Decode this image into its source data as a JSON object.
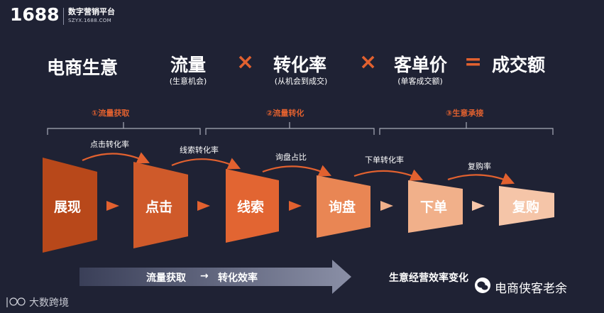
{
  "brand": {
    "logo_number": "1688",
    "name": "数字营销平台",
    "url": "SZYX.1688.COM"
  },
  "formula": {
    "term1": "电商生意",
    "term2": "流量",
    "term2_note": "(生意机会)",
    "op1": "×",
    "term3": "转化率",
    "term3_note": "(从机会到成交)",
    "op2": "×",
    "term4": "客单价",
    "term4_note": "(单客成交额)",
    "op3": "=",
    "term5": "成交额"
  },
  "stages": [
    {
      "label": "①流量获取"
    },
    {
      "label": "②流量转化"
    },
    {
      "label": "③生意承接"
    }
  ],
  "rates": [
    "点击转化率",
    "线索转化率",
    "询盘占比",
    "下单转化率",
    "复购率"
  ],
  "funnel": [
    {
      "label": "展现",
      "color": "#b8481a"
    },
    {
      "label": "点击",
      "color": "#cf5a2a"
    },
    {
      "label": "线索",
      "color": "#e26532"
    },
    {
      "label": "询盘",
      "color": "#e98654"
    },
    {
      "label": "下单",
      "color": "#f1b08a"
    },
    {
      "label": "复购",
      "color": "#f5c5a8"
    }
  ],
  "bottom_bar": {
    "left_text": "流量获取",
    "arrow": "→",
    "right_text": "转化效率",
    "trailing_text": "生意经营效率变化"
  },
  "watermarks": {
    "bottom_left": "大数跨境",
    "bottom_right": "电商侠客老余"
  },
  "colors": {
    "background": "#1f2234",
    "accent": "#e2612f",
    "bracket": "#a8abb8",
    "arrow": "#e2612f"
  }
}
